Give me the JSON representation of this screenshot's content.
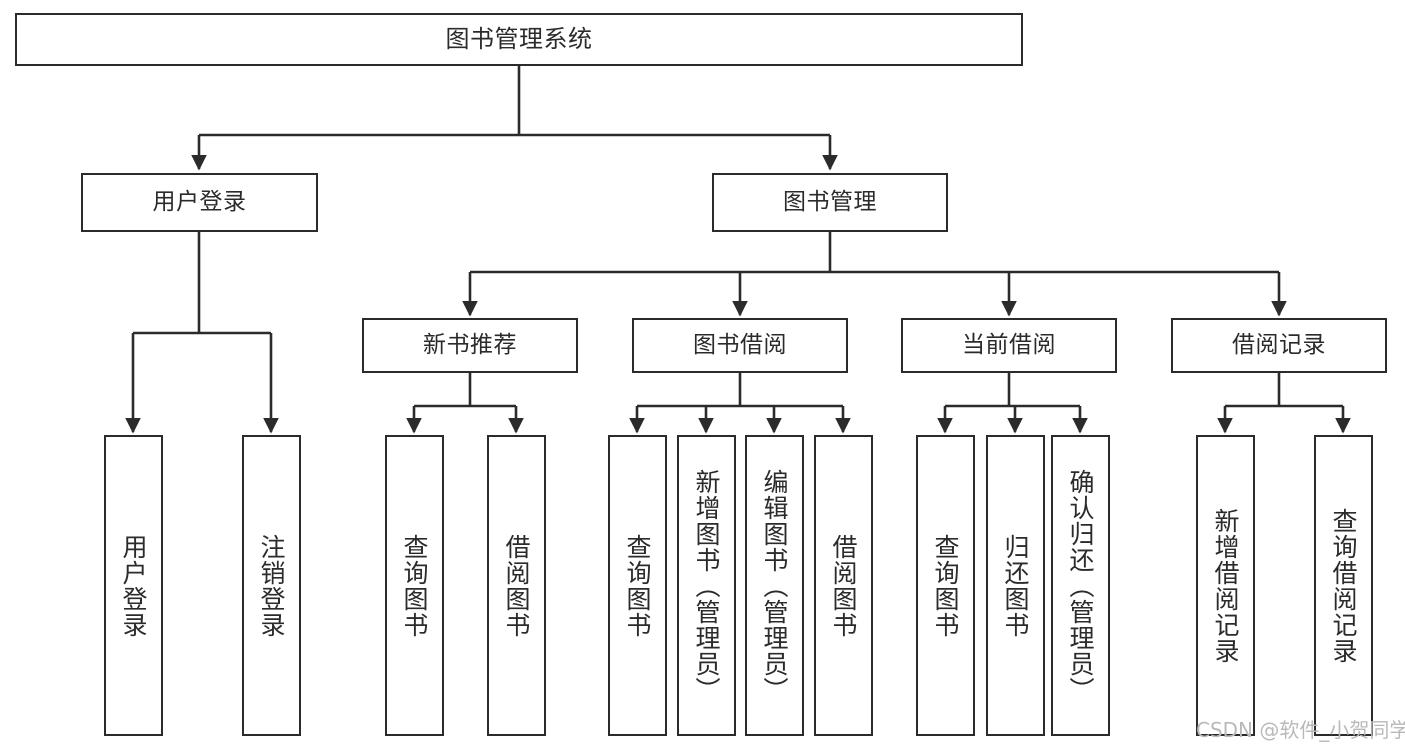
{
  "diagram": {
    "title": "图书管理系统",
    "type": "functional-structure-tree",
    "watermark": "CSDN @软件_小贺同学",
    "colors": {
      "box_border": "#2b2b2b",
      "box_fill": "#ffffff",
      "edge": "#2b2b2b",
      "text": "#2b2b2b",
      "watermark": "#b9b9b9"
    },
    "nodes": {
      "root": {
        "label": "图书管理系统"
      },
      "level1": [
        {
          "label": "用户登录"
        },
        {
          "label": "图书管理"
        }
      ],
      "level2": [
        {
          "label": "新书推荐"
        },
        {
          "label": "图书借阅"
        },
        {
          "label": "当前借阅"
        },
        {
          "label": "借阅记录"
        }
      ],
      "leaves_user_login": [
        {
          "label": "用户登录"
        },
        {
          "label": "注销登录"
        }
      ],
      "leaves_new_book": [
        {
          "label": "查询图书"
        },
        {
          "label": "借阅图书"
        }
      ],
      "leaves_borrow": [
        {
          "label": "查询图书"
        },
        {
          "label": "新增图书（管理员）"
        },
        {
          "label": "编辑图书（管理员）"
        },
        {
          "label": "借阅图书"
        }
      ],
      "leaves_current": [
        {
          "label": "查询图书"
        },
        {
          "label": "归还图书"
        },
        {
          "label": "确认归还（管理员）"
        }
      ],
      "leaves_records": [
        {
          "label": "新增借阅记录"
        },
        {
          "label": "查询借阅记录"
        }
      ]
    }
  }
}
